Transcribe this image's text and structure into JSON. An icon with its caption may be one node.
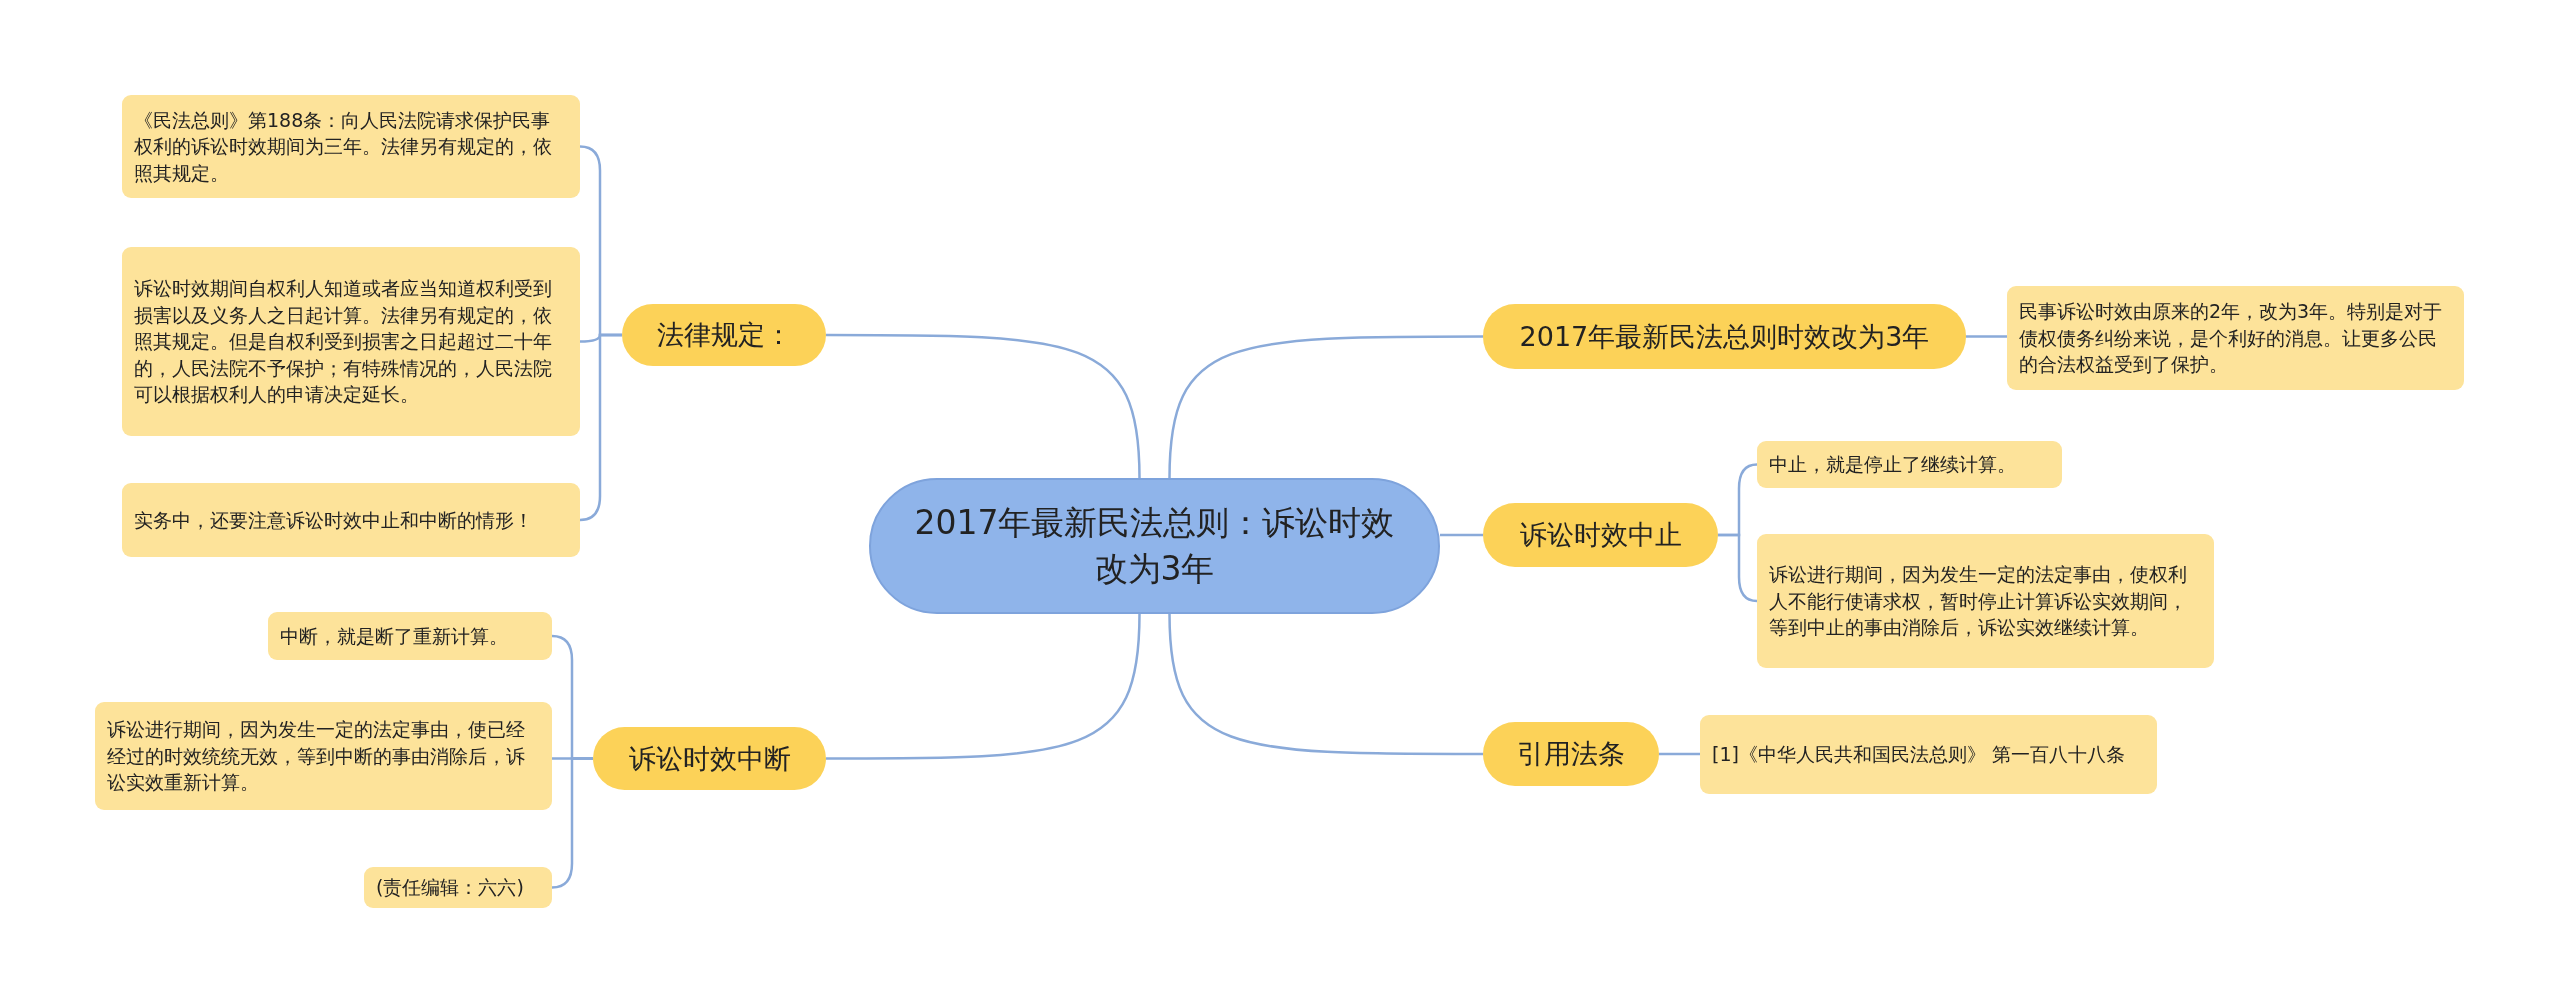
{
  "diagram": {
    "nodes": [
      {
        "text": [
          "2017年最新民法总则：诉讼时效改为3年"
        ]
      },
      {
        "text": [
          "法律规定："
        ]
      },
      {
        "text": [
          "《民法总则》第188条：向人民法院请求保护民事权利的诉讼时效期间为三年。法律另有规定的，依照其规定。"
        ]
      },
      {
        "text": [
          "诉讼时效期间自权利人知道或者应当知道权利受到损害以及义务人之日起计算。法律另有规定的，依照其规定。但是自权利受到损害之日起超过二十年的，人民法院不予保护；有特殊情况的，人民法院可以根据权利人的申请决定延长。"
        ]
      },
      {
        "text": [
          "实务中，还要注意诉讼时效中止和中断的情形！"
        ]
      },
      {
        "text": [
          "诉讼时效中断"
        ]
      },
      {
        "text": [
          "中断，就是断了重新计算。"
        ]
      },
      {
        "text": [
          "诉讼进行期间，因为发生一定的法定事由，使已经经过的时效统统无效，等到中断的事由消除后，诉讼实效重新计算。"
        ]
      },
      {
        "text": [
          "(责任编辑：六六)"
        ]
      },
      {
        "text": [
          "2017年最新民法总则时效改为3年"
        ]
      },
      {
        "text": [
          "民事诉讼时效由原来的2年，改为3年。特别是对于债权债务纠纷来说，是个利好的消息。让更多公民的合法权益受到了保护。"
        ]
      },
      {
        "text": [
          "诉讼时效中止"
        ]
      },
      {
        "text": [
          "中止，就是停止了继续计算。"
        ]
      },
      {
        "text": [
          "诉讼进行期间，因为发生一定的法定事由，使权利人不能行使请求权，暂时停止计算诉讼实效期间，等到中止的事由消除后，诉讼实效继续计算。"
        ]
      },
      {
        "text": [
          "引用法条"
        ]
      },
      {
        "text": [
          "[1]《中华人民共和国民法总则》 第一百八十八条"
        ]
      }
    ],
    "edges": [
      {
        "from": 0,
        "to": 1,
        "arrow": "none"
      },
      {
        "from": 1,
        "to": 2,
        "arrow": "none"
      },
      {
        "from": 1,
        "to": 3,
        "arrow": "none"
      },
      {
        "from": 1,
        "to": 4,
        "arrow": "none"
      },
      {
        "from": 0,
        "to": 5,
        "arrow": "none"
      },
      {
        "from": 5,
        "to": 6,
        "arrow": "none"
      },
      {
        "from": 5,
        "to": 7,
        "arrow": "none"
      },
      {
        "from": 5,
        "to": 8,
        "arrow": "none"
      },
      {
        "from": 0,
        "to": 9,
        "arrow": "none"
      },
      {
        "from": 9,
        "to": 10,
        "arrow": "none"
      },
      {
        "from": 0,
        "to": 11,
        "arrow": "none"
      },
      {
        "from": 11,
        "to": 12,
        "arrow": "none"
      },
      {
        "from": 11,
        "to": 13,
        "arrow": "none"
      },
      {
        "from": 0,
        "to": 14,
        "arrow": "none"
      },
      {
        "from": 14,
        "to": 15,
        "arrow": "none"
      }
    ]
  }
}
